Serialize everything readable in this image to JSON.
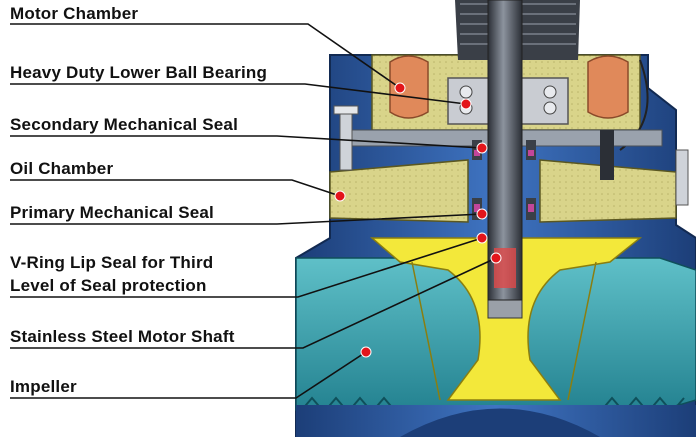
{
  "labels": [
    "Motor Chamber",
    "Heavy Duty Lower Ball Bearing",
    "Secondary Mechanical Seal",
    "Oil Chamber",
    "Primary Mechanical Seal",
    "V-Ring Lip Seal for Third",
    "Level of Seal protection",
    "Stainless Steel Motor Shaft",
    "Impeller"
  ],
  "colors": {
    "pump_casing": "#2E5FA8",
    "casing_dark": "#1C3E78",
    "motor_winding": "#E0895A",
    "oil_fill": "#D9D48A",
    "impeller": "#F3E83A",
    "volute": "#3E9FAE",
    "shaft": "#4A4F58",
    "seal_accent": "#C2469A",
    "leader_line": "#111111",
    "pointer_dot": "#E3151B"
  }
}
